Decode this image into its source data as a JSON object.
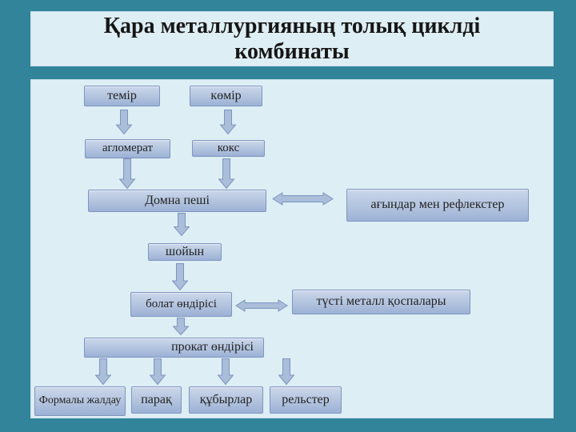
{
  "slide": {
    "title": "Қара металлургияның толық циклді комбинаты"
  },
  "colors": {
    "background_teal": "#318499",
    "panel_blue": "#ddeef4",
    "box_fill_top": "#cbd7ea",
    "box_fill_bottom": "#9cb1d5",
    "box_border": "#8094c1",
    "arrow_fill": "#aabdd9",
    "arrow_border": "#7d94c1",
    "title_color": "#161616"
  },
  "diagram": {
    "nodes": [
      {
        "id": "temir",
        "label": "темір"
      },
      {
        "id": "komir",
        "label": "көмір"
      },
      {
        "id": "aglomerat",
        "label": "агломерат"
      },
      {
        "id": "koks",
        "label": "кокс"
      },
      {
        "id": "domna",
        "label": "Домна пеші"
      },
      {
        "id": "agyndar",
        "label": "ағындар мен рефлекстер"
      },
      {
        "id": "shoiyn",
        "label": "шойын"
      },
      {
        "id": "bolat",
        "label": "болат өндірісі"
      },
      {
        "id": "tusti",
        "label": "түсті металл қоспалары"
      },
      {
        "id": "prokat",
        "label": "прокат өндірісі"
      },
      {
        "id": "formaly",
        "label": "Формалы жалдау"
      },
      {
        "id": "parak",
        "label": "парақ"
      },
      {
        "id": "qubyrlar",
        "label": "құбырлар"
      },
      {
        "id": "relster",
        "label": "рельстер"
      }
    ],
    "edges": [
      {
        "from": "темір",
        "to": "агломерат",
        "type": "down"
      },
      {
        "from": "көмір",
        "to": "кокс",
        "type": "down"
      },
      {
        "from": "агломерат",
        "to": "Домна пеші",
        "type": "down"
      },
      {
        "from": "кокс",
        "to": "Домна пеші",
        "type": "down"
      },
      {
        "from": "Домна пеші",
        "to": "ағындар мен рефлекстер",
        "type": "double"
      },
      {
        "from": "Домна пеші",
        "to": "шойын",
        "type": "down"
      },
      {
        "from": "шойын",
        "to": "болат өндірісі",
        "type": "down"
      },
      {
        "from": "болат өндірісі",
        "to": "түсті металл қоспалары",
        "type": "double"
      },
      {
        "from": "болат өндірісі",
        "to": "прокат өндірісі",
        "type": "down"
      },
      {
        "from": "прокат өндірісі",
        "to": "Формалы жалдау",
        "type": "down"
      },
      {
        "from": "прокат өндірісі",
        "to": "парақ",
        "type": "down"
      },
      {
        "from": "прокат өндірісі",
        "to": "құбырлар",
        "type": "down"
      },
      {
        "from": "прокат өндірісі",
        "to": "рельстер",
        "type": "down"
      }
    ]
  }
}
